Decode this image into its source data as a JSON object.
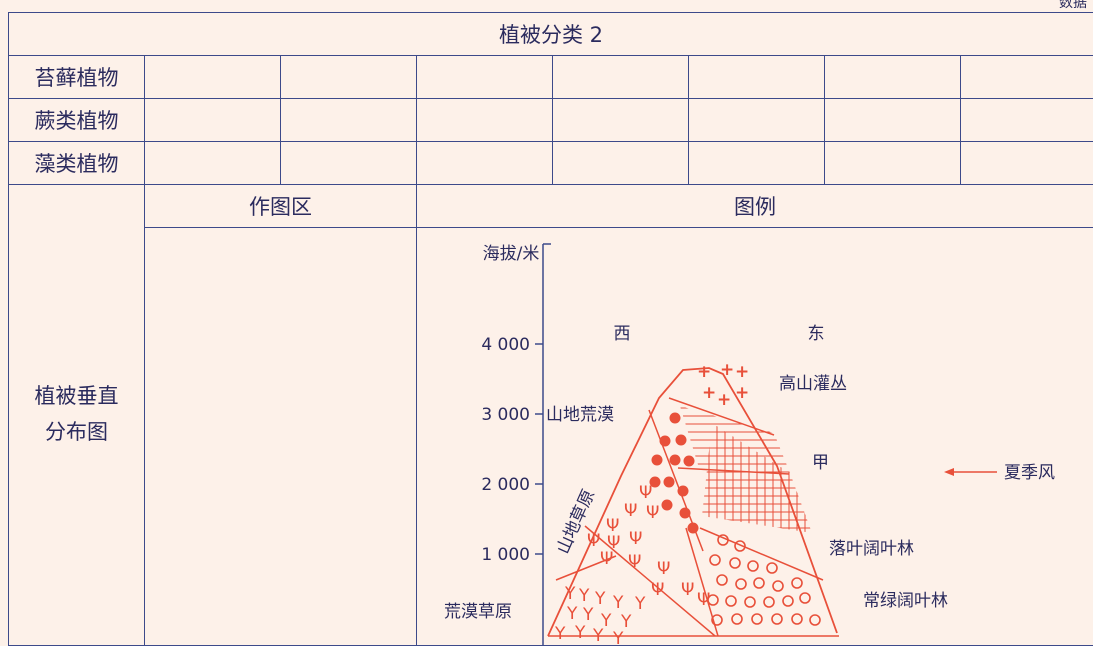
{
  "corner_fragment": "数据",
  "table": {
    "title": "植被分类 2",
    "rows": [
      {
        "label": "苔藓植物"
      },
      {
        "label": "蕨类植物"
      },
      {
        "label": "藻类植物"
      }
    ],
    "section_label": "植被垂直分布图",
    "drawing_area_label": "作图区",
    "legend_label": "图例"
  },
  "diagram": {
    "y_axis_label": "海拔/米",
    "y_ticks": [
      "1 000",
      "2 000",
      "3 000",
      "4 000"
    ],
    "west": "西",
    "east": "东",
    "monsoon": "夏季风",
    "zone_a": "甲",
    "zones": {
      "shrub": "高山灌丛",
      "mountain_desert": "山地荒漠",
      "mountain_steppe": "山地草原",
      "desert_steppe": "荒漠草原",
      "deciduous": "落叶阔叶林",
      "evergreen": "常绿阔叶林"
    },
    "colors": {
      "line": "#e8503a",
      "text": "#2b2b5e",
      "axis": "#3d4a8a"
    }
  }
}
